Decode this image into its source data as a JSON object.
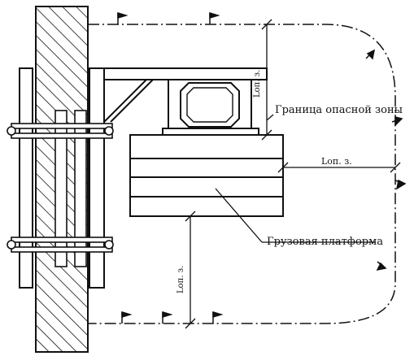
{
  "labels": {
    "danger_zone_boundary": "Граница опасной зоны",
    "cargo_platform": "Грузовая платформа",
    "lop_horizontal": "Lоп. з.",
    "lop_vertical_top": "Lоп. з.",
    "lop_vertical_bottom": "Lоп. з."
  },
  "colors": {
    "line": "#111111",
    "background": "#ffffff"
  },
  "icons": [
    "boundary-flag-icon",
    "bolt-icon",
    "hatch-pattern"
  ]
}
